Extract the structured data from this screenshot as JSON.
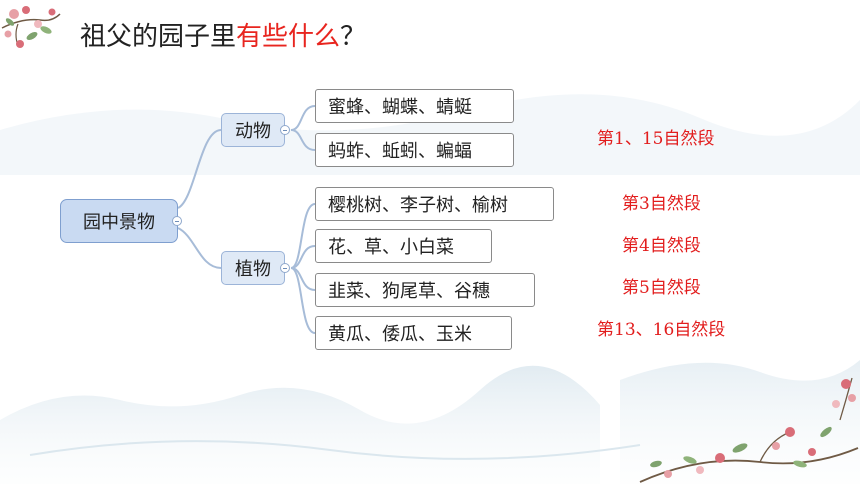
{
  "title": {
    "prefix": "祖父的园子里",
    "highlight": "有些什么",
    "suffix": "？"
  },
  "mindmap": {
    "root": "园中景物",
    "branches": [
      {
        "label": "动物",
        "leaves": [
          "蜜蜂、蝴蝶、蜻蜓",
          "蚂蚱、蚯蚓、蝙蝠"
        ]
      },
      {
        "label": "植物",
        "leaves": [
          "樱桃树、李子树、榆树",
          "花、草、小白菜",
          "韭菜、狗尾草、谷穗",
          "黄瓜、倭瓜、玉米"
        ]
      }
    ]
  },
  "notes": [
    "第1、15自然段",
    "第3自然段",
    "第4自然段",
    "第5自然段",
    "第13、16自然段"
  ],
  "colors": {
    "highlight": "#e8251f",
    "note": "#e21d1d",
    "root_fill": "#c9daf2",
    "branch_fill": "#dfe9f6",
    "connector": "#a7bcd8"
  }
}
